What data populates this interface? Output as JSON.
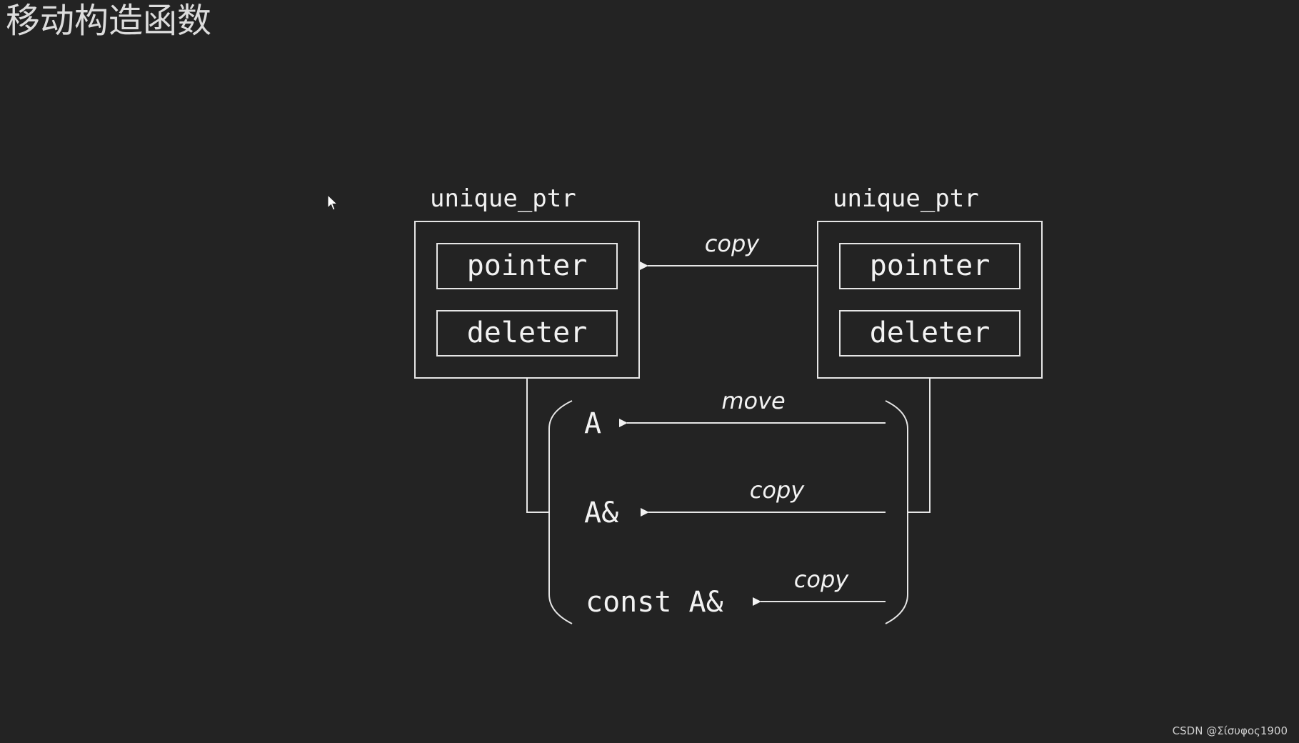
{
  "page": {
    "title": "移动构造函数",
    "footer": "CSDN @Σίσυφος1900"
  },
  "diagram": {
    "left_object": {
      "label": "unique_ptr",
      "fields": [
        "pointer",
        "deleter"
      ]
    },
    "right_object": {
      "label": "unique_ptr",
      "fields": [
        "pointer",
        "deleter"
      ]
    },
    "top_arrow_label": "copy",
    "overloads": [
      {
        "param": "A",
        "arrow_label": "move"
      },
      {
        "param": "A&",
        "arrow_label": "copy"
      },
      {
        "param": "const A&",
        "arrow_label": "copy"
      }
    ]
  },
  "colors": {
    "background": "#232323",
    "stroke": "#e6e6e6",
    "text": "#f2f2f2"
  }
}
